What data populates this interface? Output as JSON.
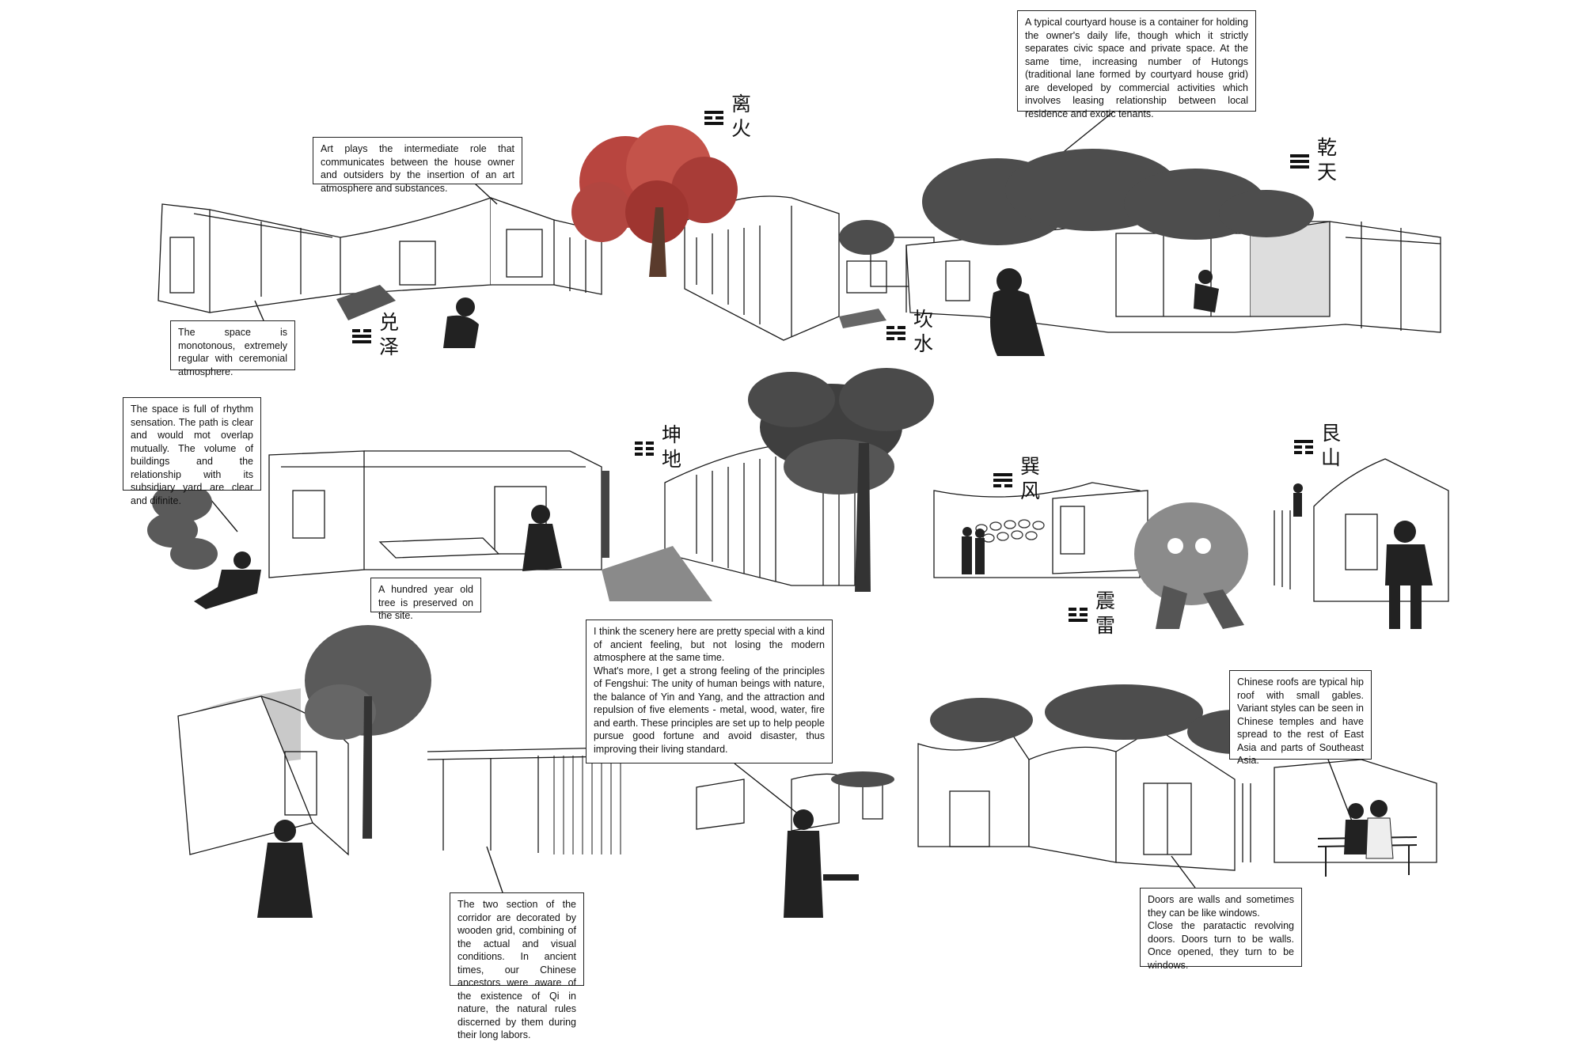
{
  "callouts": {
    "courtyard_house": "A typical courtyard house is a container for holding the owner's daily life, though which it strictly separates civic space and private space. At the same time, increasing number of Hutongs (traditional lane formed by courtyard house grid) are developed by commercial activities which involves leasing relationship between local residence and exotic tenants.",
    "art_role": "Art plays the intermediate role that communicates between the house owner and outsiders by the insertion of an art atmosphere and substances.",
    "monotonous": "The space is monotonous, extremely regular with ceremonial atmosphere.",
    "rhythm": "The space is full of rhythm sensation. The path is clear and would mot overlap mutually. The volume of buildings and the relationship with its subsidiary yard are clear and difinite.",
    "old_tree": "A hundred year old tree is preserved on the site.",
    "scenery": "I think the scenery here are pretty special with a kind of ancient feeling, but not losing the modern atmosphere at the same time.\nWhat's more, I get a strong feeling of the principles of Fengshui: The unity of human beings with nature, the balance of Yin and Yang, and the attraction and repulsion of five elements - metal, wood, water, fire and earth. These principles are set up to help people pursue good fortune and avoid disaster, thus improving their living standard.",
    "roofs": "Chinese roofs are typical hip roof with small gables. Variant styles can be seen in Chinese temples and have spread to the rest of East Asia and parts of Southeast Asia.",
    "corridor": "The two section of the corridor are decorated by wooden grid, combining of the actual and visual conditions. In ancient times, our Chinese ancestors were aware of the existence of Qi in nature, the natural rules discerned by them during their long labors.",
    "doors": "Doors are walls and sometimes they can be like windows.\nClose the paratactic revolving doors. Doors turn to be walls. Once opened, they turn to be windows."
  },
  "trigrams": {
    "li": {
      "label": "离\n火",
      "lines": [
        1,
        0,
        1
      ]
    },
    "qian": {
      "label": "乾\n天",
      "lines": [
        1,
        1,
        1
      ]
    },
    "dui": {
      "label": "兑\n泽",
      "lines": [
        0,
        1,
        1
      ]
    },
    "kan": {
      "label": "坎\n水",
      "lines": [
        0,
        1,
        0
      ]
    },
    "kun": {
      "label": "坤\n地",
      "lines": [
        0,
        0,
        0
      ]
    },
    "xun": {
      "label": "巽\n风",
      "lines": [
        1,
        1,
        0
      ]
    },
    "gen": {
      "label": "艮\n山",
      "lines": [
        1,
        0,
        0
      ]
    },
    "zhen": {
      "label": "震\n雷",
      "lines": [
        0,
        0,
        1
      ]
    }
  },
  "colors": {
    "ink": "#111111",
    "tree_red": "#b8453f",
    "foliage": "#4d4d4d",
    "sky": "#c9c9c9"
  }
}
